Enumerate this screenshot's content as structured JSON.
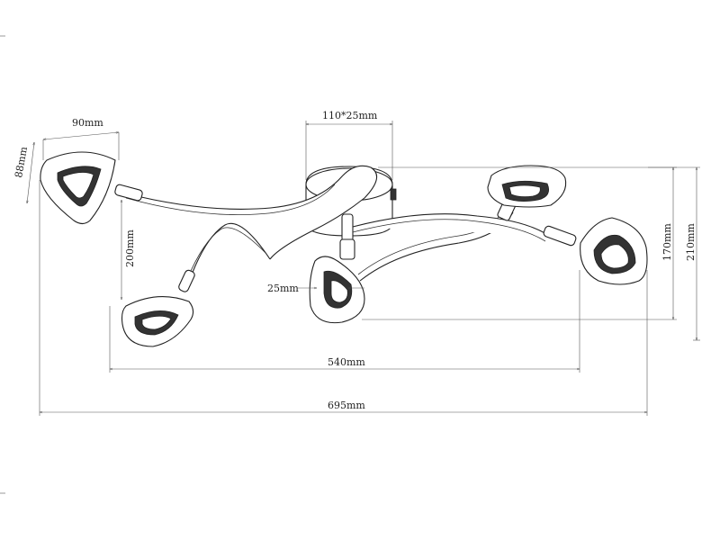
{
  "dimensions": {
    "shade_width": "90mm",
    "shade_height": "88mm",
    "canopy": "110*25mm",
    "arm_drop": "200mm",
    "tube": "25mm",
    "span_inner": "540mm",
    "span_total": "695mm",
    "depth_inner": "170mm",
    "depth_total": "210mm"
  },
  "colors": {
    "line": "#333333",
    "background": "#ffffff"
  }
}
